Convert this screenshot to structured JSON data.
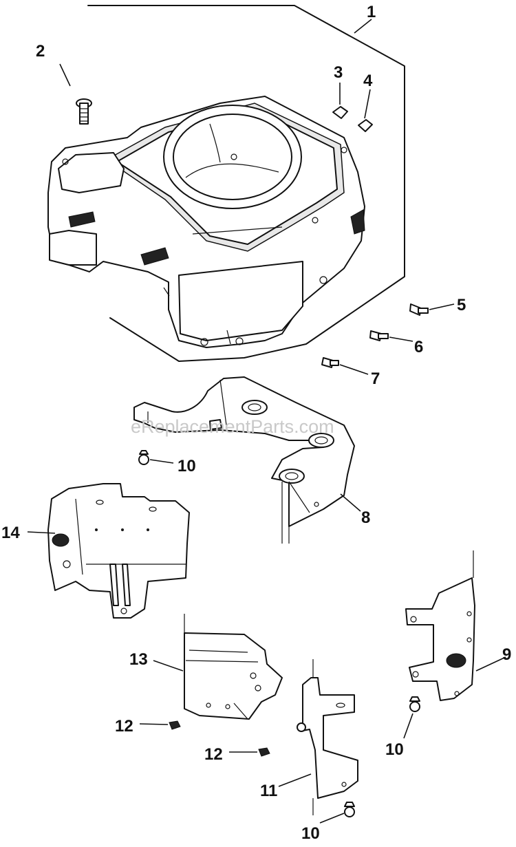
{
  "watermark": "eReplacementParts.com",
  "callouts": [
    {
      "id": "1",
      "label": "1"
    },
    {
      "id": "2",
      "label": "2"
    },
    {
      "id": "3",
      "label": "3"
    },
    {
      "id": "4",
      "label": "4"
    },
    {
      "id": "5",
      "label": "5"
    },
    {
      "id": "6",
      "label": "6"
    },
    {
      "id": "7",
      "label": "7"
    },
    {
      "id": "8",
      "label": "8"
    },
    {
      "id": "9",
      "label": "9"
    },
    {
      "id": "10a",
      "label": "10"
    },
    {
      "id": "10b",
      "label": "10"
    },
    {
      "id": "10c",
      "label": "10"
    },
    {
      "id": "11",
      "label": "11"
    },
    {
      "id": "12a",
      "label": "12"
    },
    {
      "id": "12b",
      "label": "12"
    },
    {
      "id": "13",
      "label": "13"
    },
    {
      "id": "14",
      "label": "14"
    }
  ]
}
